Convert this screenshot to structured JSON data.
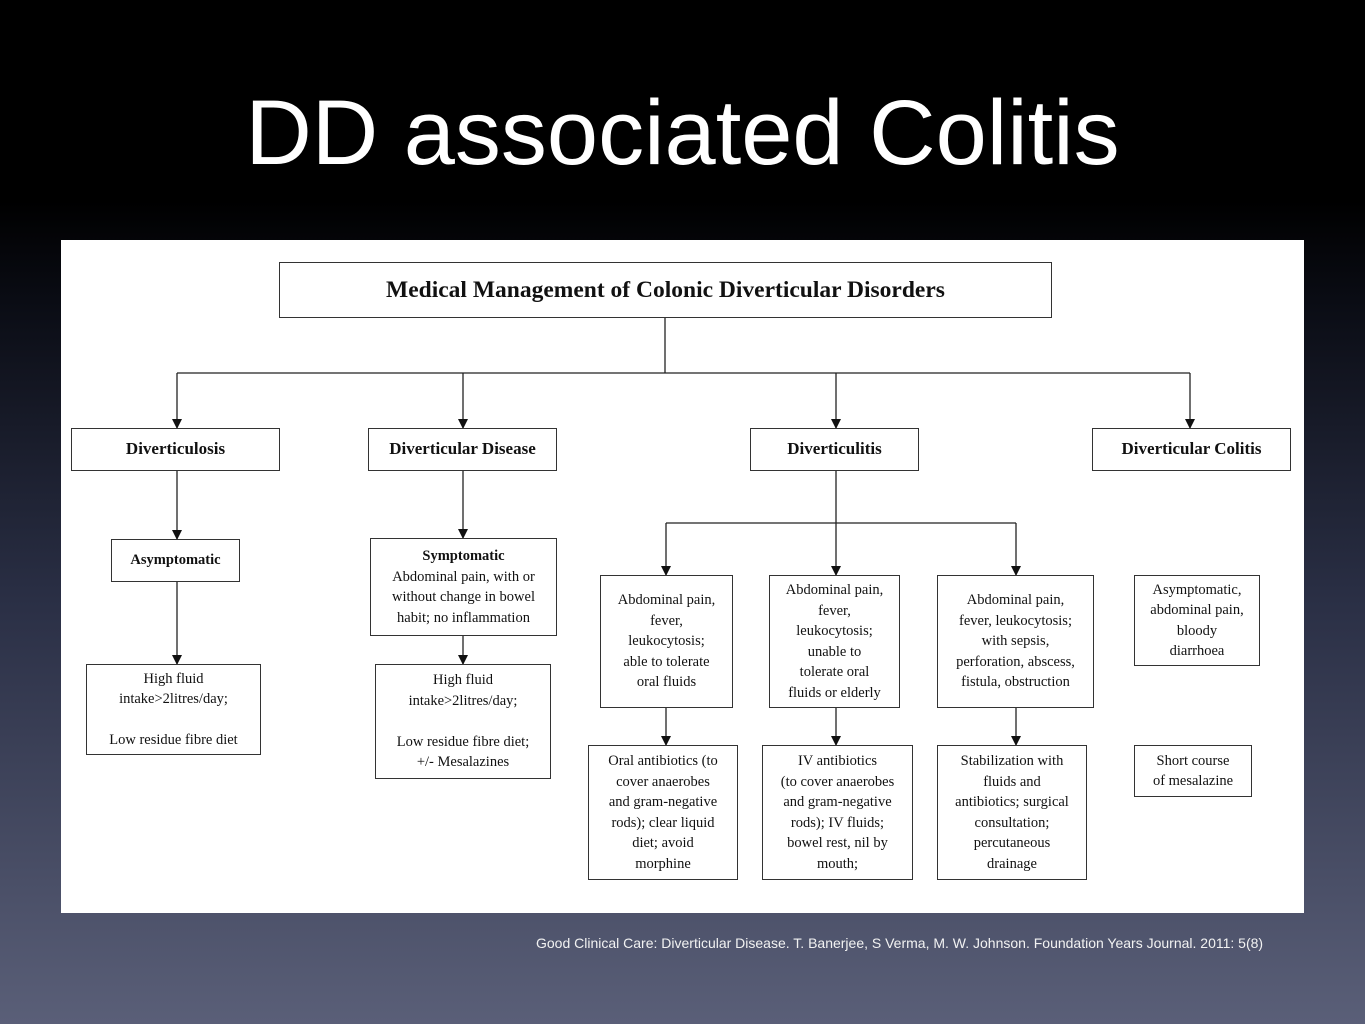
{
  "slide": {
    "title": "DD associated Colitis",
    "citation": "Good Clinical Care: Diverticular Disease. T. Banerjee, S Verma, M. W. Johnson. Foundation Years Journal. 2011: 5(8)"
  },
  "diagram": {
    "title": "Medical Management of Colonic Diverticular Disorders",
    "categories": {
      "diverticulosis": "Diverticulosis",
      "diverticular_disease": "Diverticular Disease",
      "diverticulitis": "Diverticulitis",
      "diverticular_colitis": "Diverticular Colitis"
    },
    "presentations": {
      "diverticulosis": "Asymptomatic",
      "diverticular_disease_heading": "Symptomatic",
      "diverticular_disease": "Abdominal pain, with or\nwithout change in bowel\nhabit; no inflammation",
      "diverticulitis_mild": "Abdominal pain,\nfever,\nleukocytosis;\nable to tolerate\noral fluids",
      "diverticulitis_moderate": "Abdominal pain,\nfever,\nleukocytosis;\nunable to\ntolerate oral\nfluids or elderly",
      "diverticulitis_severe": "Abdominal pain,\nfever, leukocytosis;\nwith sepsis,\nperforation, abscess,\nfistula, obstruction",
      "diverticular_colitis": "Asymptomatic,\nabdominal pain,\nbloody\ndiarrhoea"
    },
    "treatments": {
      "diverticulosis": "High fluid\nintake>2litres/day;\n\nLow residue fibre diet",
      "diverticular_disease": "High fluid\nintake>2litres/day;\n\nLow residue fibre diet;\n+/- Mesalazines",
      "diverticulitis_mild": "Oral antibiotics (to\ncover anaerobes\nand gram-negative\nrods); clear liquid\ndiet; avoid\nmorphine",
      "diverticulitis_moderate": "IV antibiotics\n(to cover anaerobes\nand gram-negative\nrods); IV fluids;\nbowel rest, nil by\nmouth;",
      "diverticulitis_severe": "Stabilization with\nfluids and\nantibiotics; surgical\nconsultation;\npercutaneous\ndrainage",
      "diverticular_colitis": "Short course\nof mesalazine"
    }
  }
}
